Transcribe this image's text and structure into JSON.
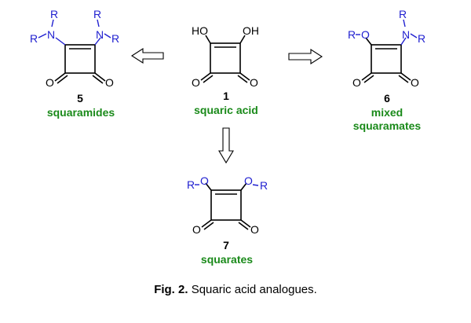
{
  "compounds": {
    "c1": {
      "number": "1",
      "name": "squaric acid"
    },
    "c5": {
      "number": "5",
      "name": "squaramides"
    },
    "c6": {
      "number": "6",
      "name_line1": "mixed",
      "name_line2": "squaramates"
    },
    "c7": {
      "number": "7",
      "name": "squarates"
    }
  },
  "atoms": {
    "R": "R",
    "N": "N",
    "O": "O",
    "HO": "HO",
    "OH": "OH"
  },
  "caption": {
    "label": "Fig. 2.",
    "text": " Squaric acid analogues."
  },
  "colors": {
    "substituent": "#2020d0",
    "name": "#1a8a1a",
    "text": "#000000"
  }
}
